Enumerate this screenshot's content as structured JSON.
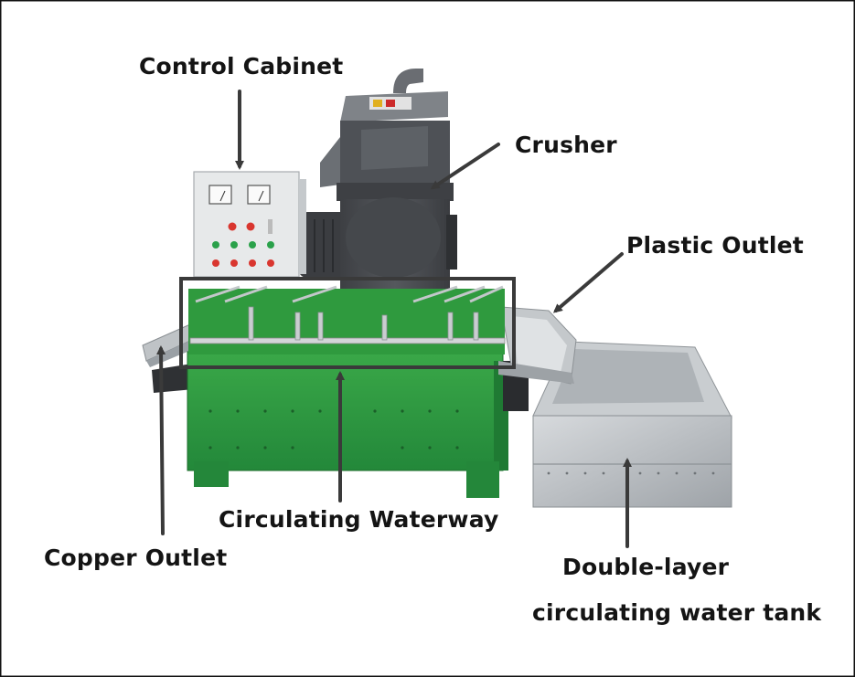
{
  "labels": {
    "control_cabinet": "Control Cabinet",
    "crusher": "Crusher",
    "plastic_outlet": "Plastic Outlet",
    "circulating_waterway": "Circulating Waterway",
    "copper_outlet": "Copper Outlet",
    "water_tank_line1": "Double-layer",
    "water_tank_line2": "circulating water tank"
  },
  "colors": {
    "frame_green": "#2e9a3c",
    "crusher_gray": "#4a4c50",
    "steel": "#b8bcc0",
    "label_text": "#141414",
    "arrow": "#3a3a3a"
  }
}
